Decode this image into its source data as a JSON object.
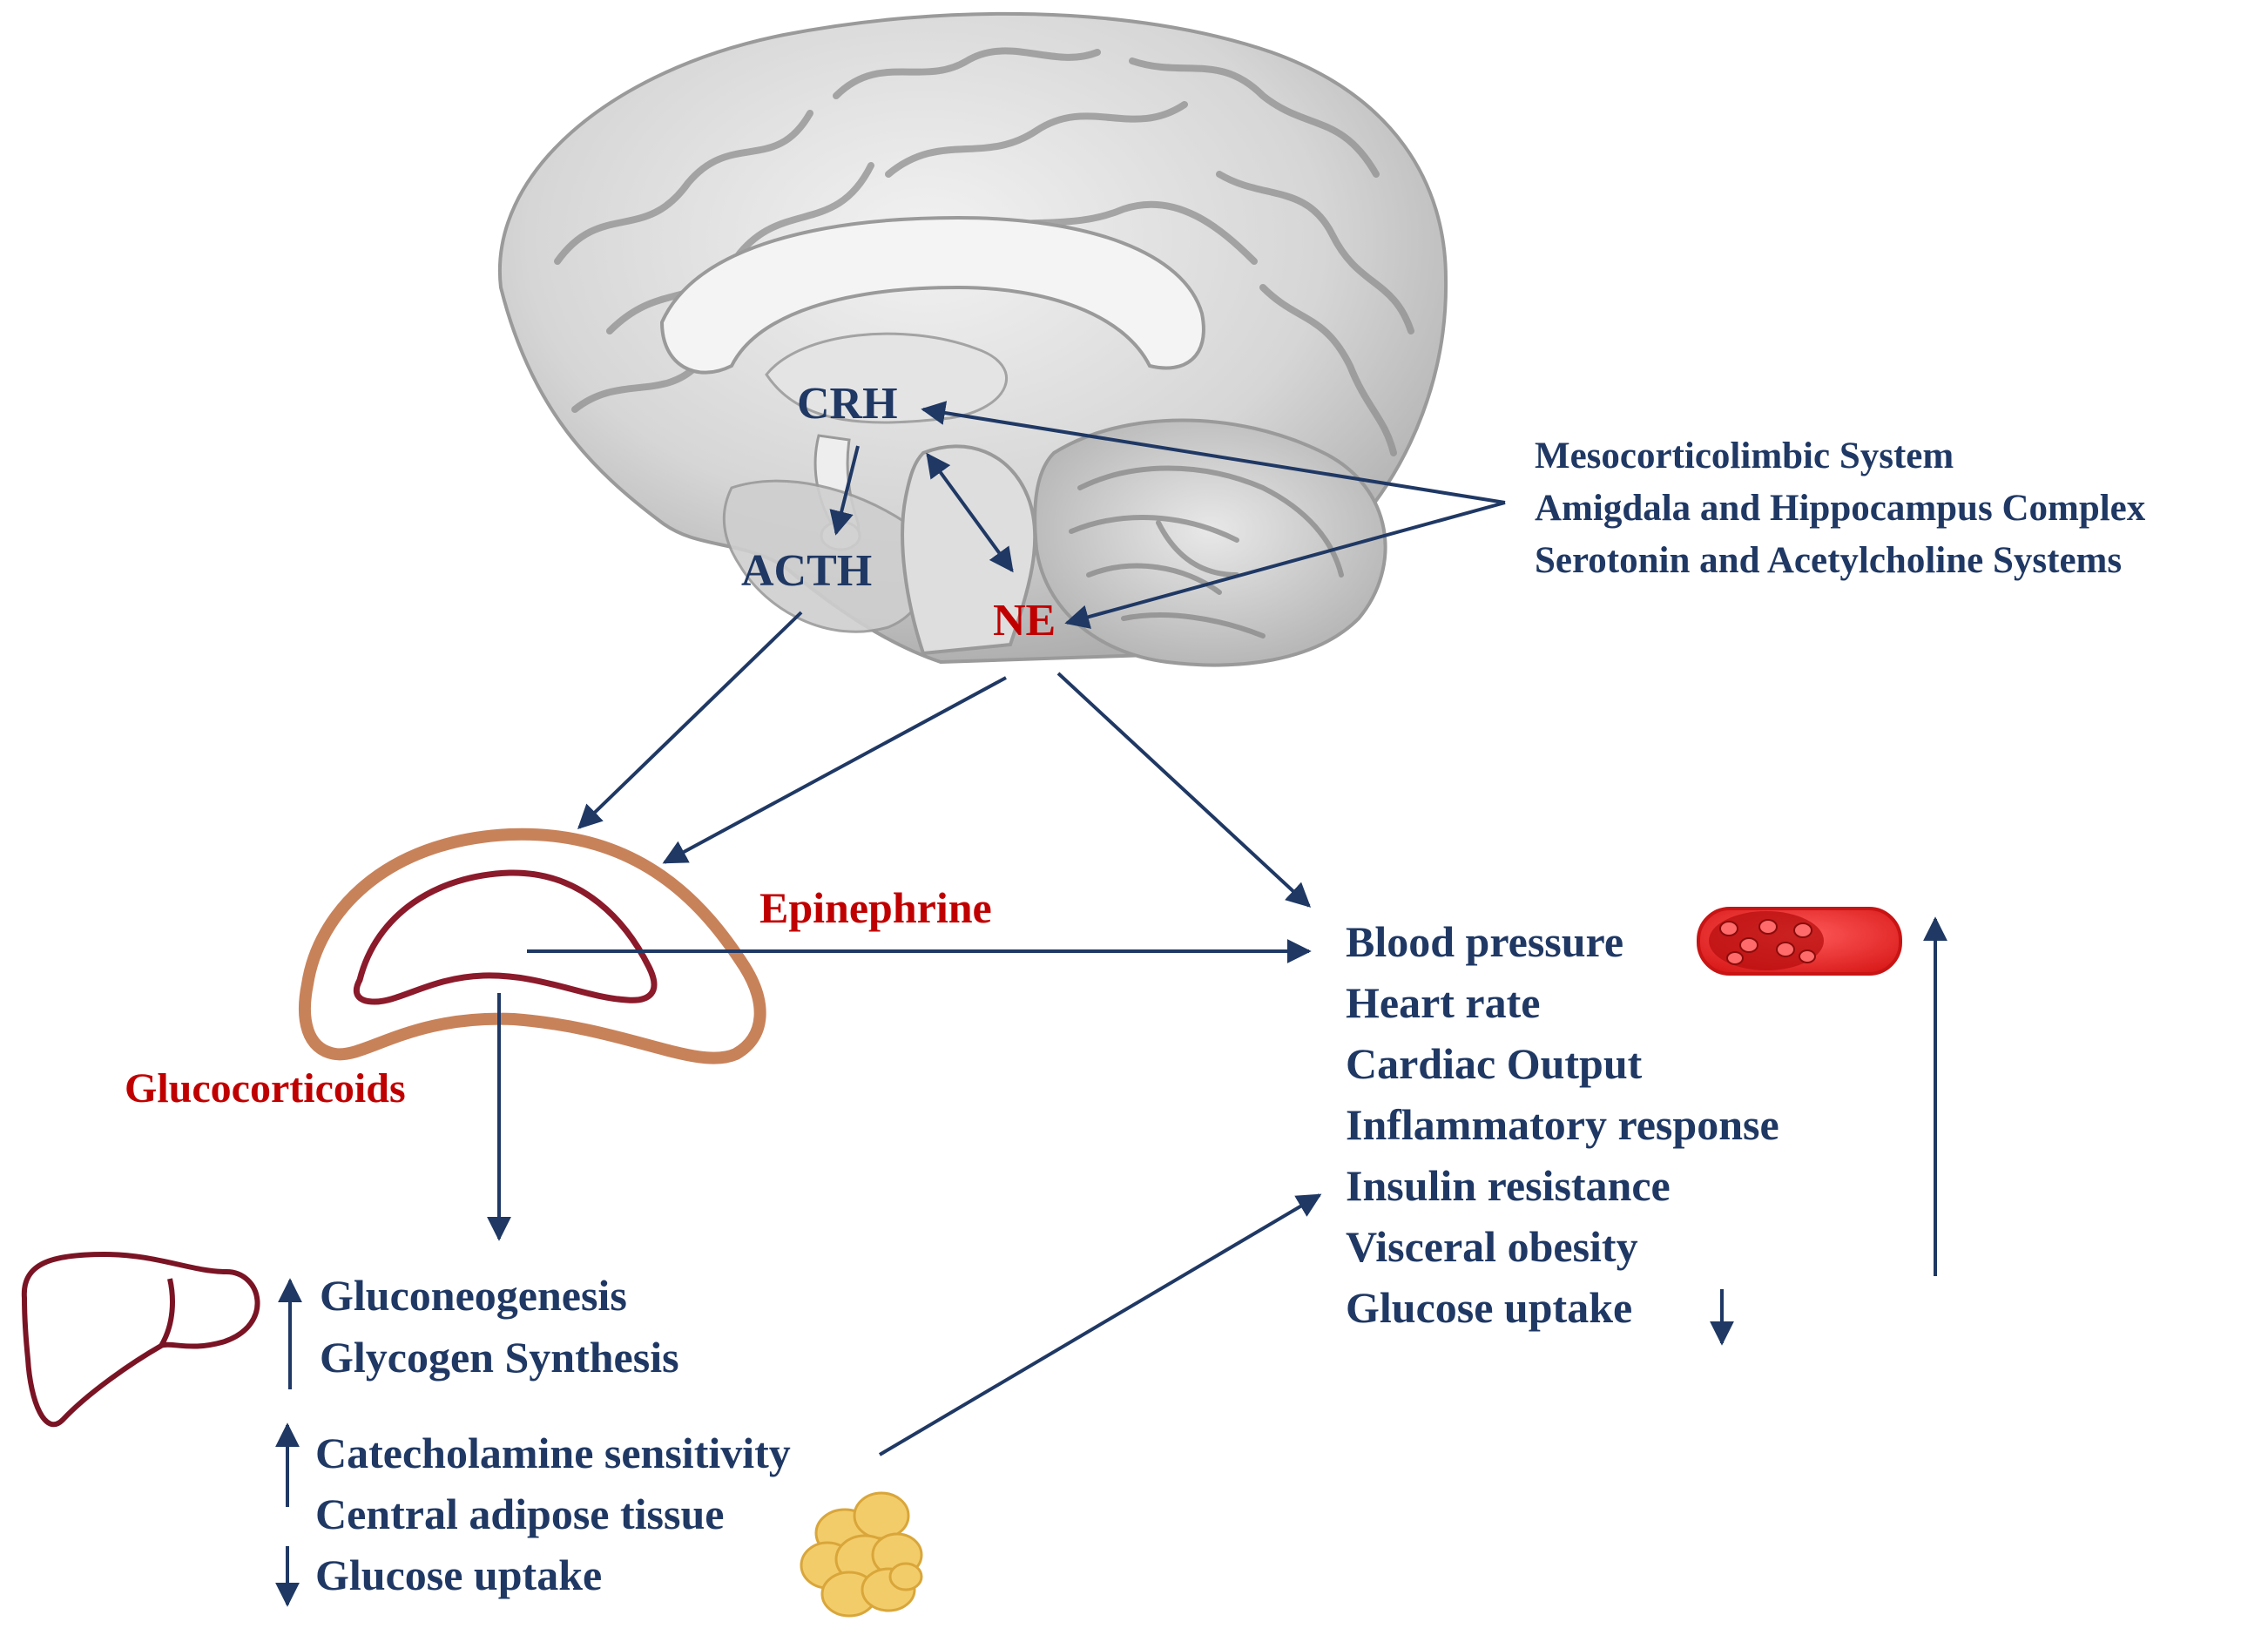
{
  "colors": {
    "navy": "#1f3864",
    "label_red": "#c00000",
    "adrenal_outer": "#c8825a",
    "adrenal_inner": "#8b1a2b",
    "liver": "#7a1424",
    "brain_base": "#d9d9d9",
    "brain_shadow": "#9a9a9a",
    "vessel": "#e52222",
    "fat": "#f3cc6a"
  },
  "icons": [
    "brain-illustration",
    "adrenal-gland-icon",
    "liver-icon",
    "blood-vessel-icon",
    "adipose-tissue-icon",
    "up-arrow-icon",
    "down-arrow-icon"
  ],
  "brain": {
    "crh": "CRH",
    "acth": "ACTH",
    "ne": "NE"
  },
  "systems": [
    "Mesocorticolimbic System",
    "Amigdala and Hippocampus Complex",
    "Serotonin and Acetylcholine Systems"
  ],
  "adrenal": {
    "epinephrine": "Epinephrine",
    "glucocorticoids": "Glucocorticoids"
  },
  "liver_effects": [
    "Gluconeogenesis",
    "Glycogen Synthesis"
  ],
  "adipose_effects": {
    "up": [
      "Catecholamine sensitivity",
      "Central adipose tissue"
    ],
    "down": "Glucose uptake"
  },
  "systemic_effects": {
    "up": [
      "Blood pressure",
      "Heart rate",
      "Cardiac Output",
      "Inflammatory response",
      "Insulin resistance",
      "Visceral obesity"
    ],
    "down": "Glucose uptake"
  }
}
